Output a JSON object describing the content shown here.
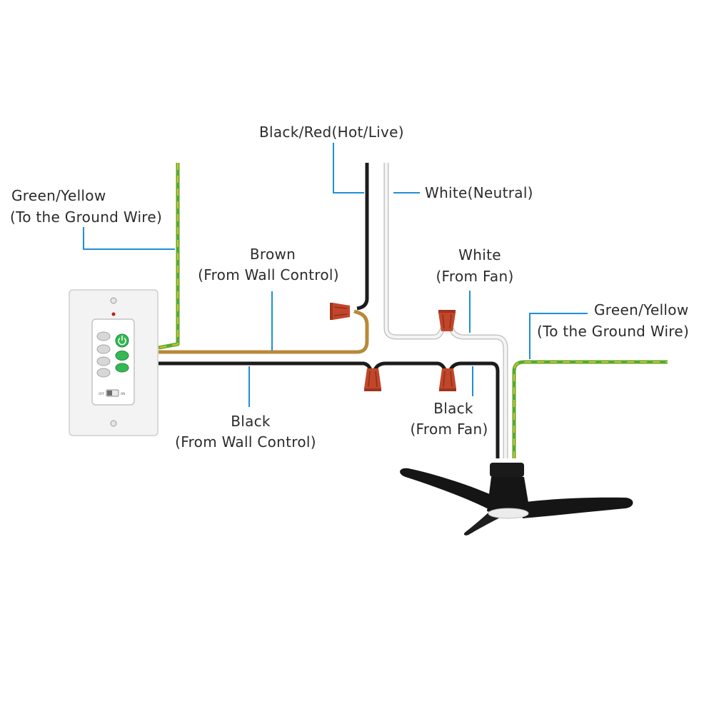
{
  "labels": {
    "hot_live": "Black/Red(Hot/Live)",
    "neutral": "White(Neutral)",
    "ground_left_line1": "Green/Yellow",
    "ground_left_line2": "(To the Ground Wire)",
    "brown_line1": "Brown",
    "brown_line2": "(From Wall Control)",
    "white_fan_line1": "White",
    "white_fan_line2": "(From Fan)",
    "ground_right_line1": "Green/Yellow",
    "ground_right_line2": "(To the Ground Wire)",
    "black_wall_line1": "Black",
    "black_wall_line2": "(From Wall Control)",
    "black_fan_line1": "Black",
    "black_fan_line2": "(From Fan)"
  },
  "switch": {
    "off_label": "OFF",
    "on_label": "ON"
  },
  "colors": {
    "leader": "#1f8fd6",
    "black_wire": "#1c1c1c",
    "white_wire": "#f2f2f2",
    "brown_wire": "#b8893a",
    "ground_green": "#58a832",
    "ground_yellow": "#d8c21c",
    "wire_nut": "#c2462a",
    "remote_plate": "#f3f3f3",
    "remote_button_grey": "#d7d7d7",
    "remote_button_green": "#35b854",
    "fan_body": "#151515",
    "fan_accent": "#c8a24a"
  }
}
